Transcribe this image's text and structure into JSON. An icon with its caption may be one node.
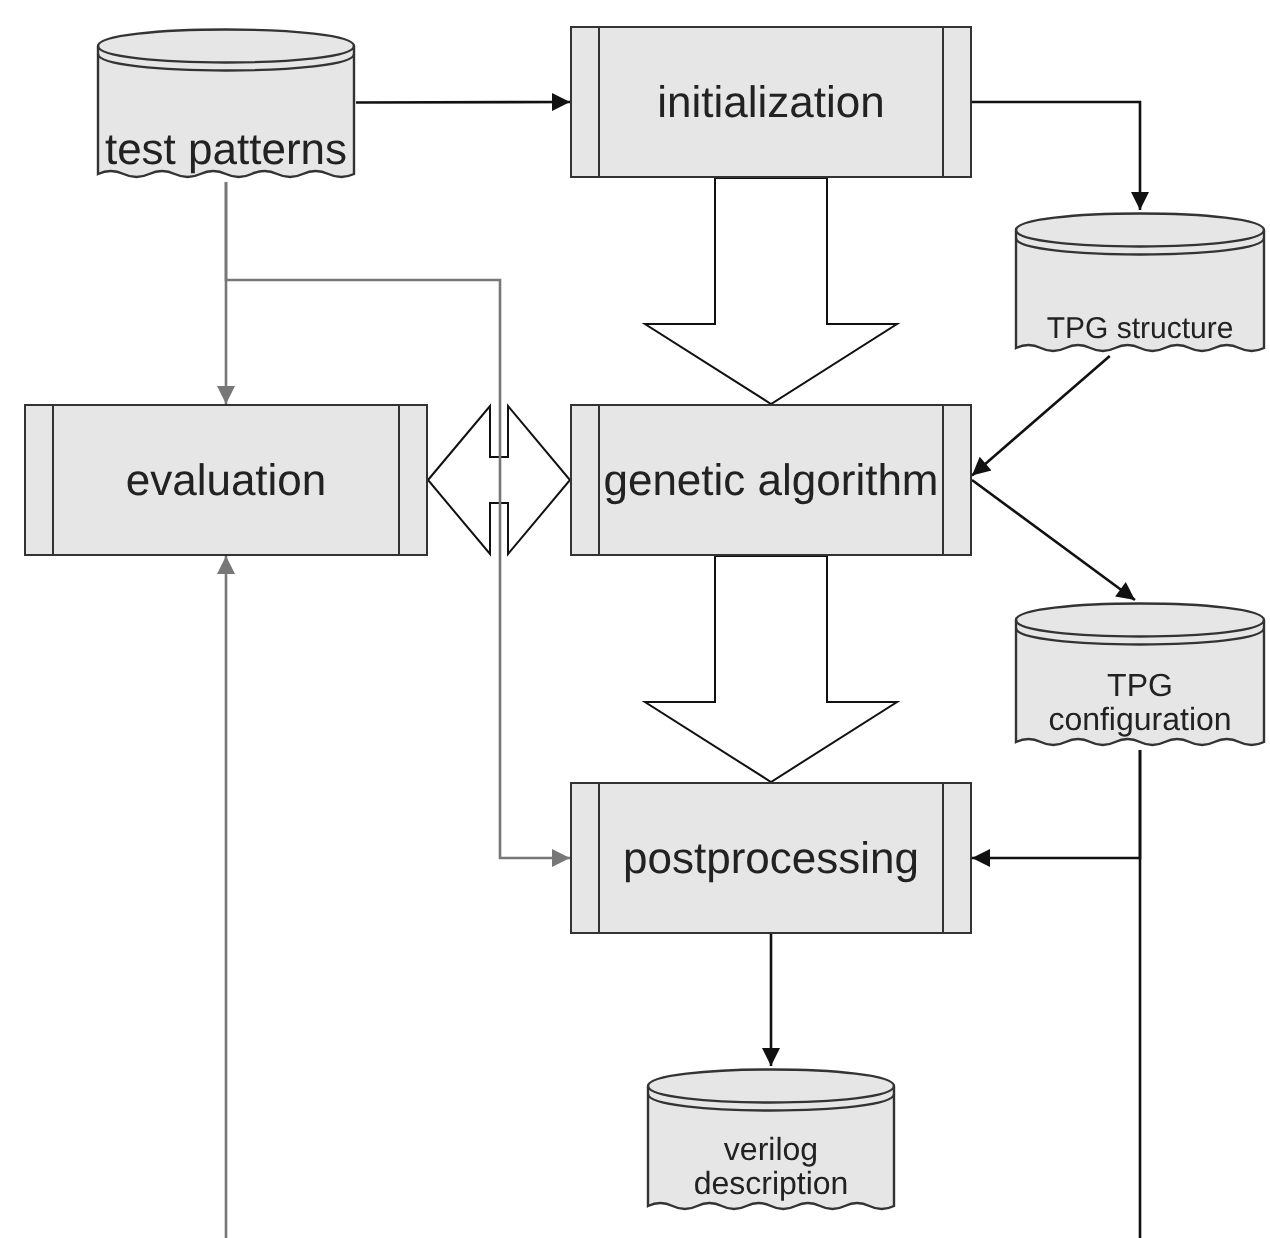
{
  "diagram": {
    "nodes": [
      {
        "text": [
          "test patterns"
        ]
      },
      {
        "text": [
          "initialization"
        ]
      },
      {
        "text": [
          "TPG structure"
        ]
      },
      {
        "text": [
          "evaluation"
        ]
      },
      {
        "text": [
          "genetic algorithm"
        ]
      },
      {
        "text": [
          "TPG configuration"
        ]
      },
      {
        "text": [
          "postprocessing"
        ]
      },
      {
        "text": [
          "verilog description"
        ]
      }
    ],
    "edges": [
      {
        "from": 0,
        "to": 1,
        "arrow": "to"
      },
      {
        "from": 1,
        "to": 2,
        "arrow": "to"
      },
      {
        "from": 1,
        "to": 4,
        "arrow": "to",
        "style": "thick"
      },
      {
        "from": 0,
        "to": 3,
        "arrow": "to",
        "color": "#777777"
      },
      {
        "from": 0,
        "to": 6,
        "arrow": "to",
        "color": "#777777"
      },
      {
        "from": 3,
        "to": 4,
        "arrow": "both",
        "style": "thick"
      },
      {
        "from": 2,
        "to": 4,
        "arrow": "to"
      },
      {
        "from": 4,
        "to": 5,
        "arrow": "to"
      },
      {
        "from": 4,
        "to": 6,
        "arrow": "to",
        "style": "thick"
      },
      {
        "from": 5,
        "to": 6,
        "arrow": "to"
      },
      {
        "from": 5,
        "to": null,
        "arrow": "none"
      },
      {
        "from": null,
        "to": 3,
        "arrow": "to",
        "color": "#777777"
      },
      {
        "from": 6,
        "to": 7,
        "arrow": "to"
      }
    ]
  }
}
